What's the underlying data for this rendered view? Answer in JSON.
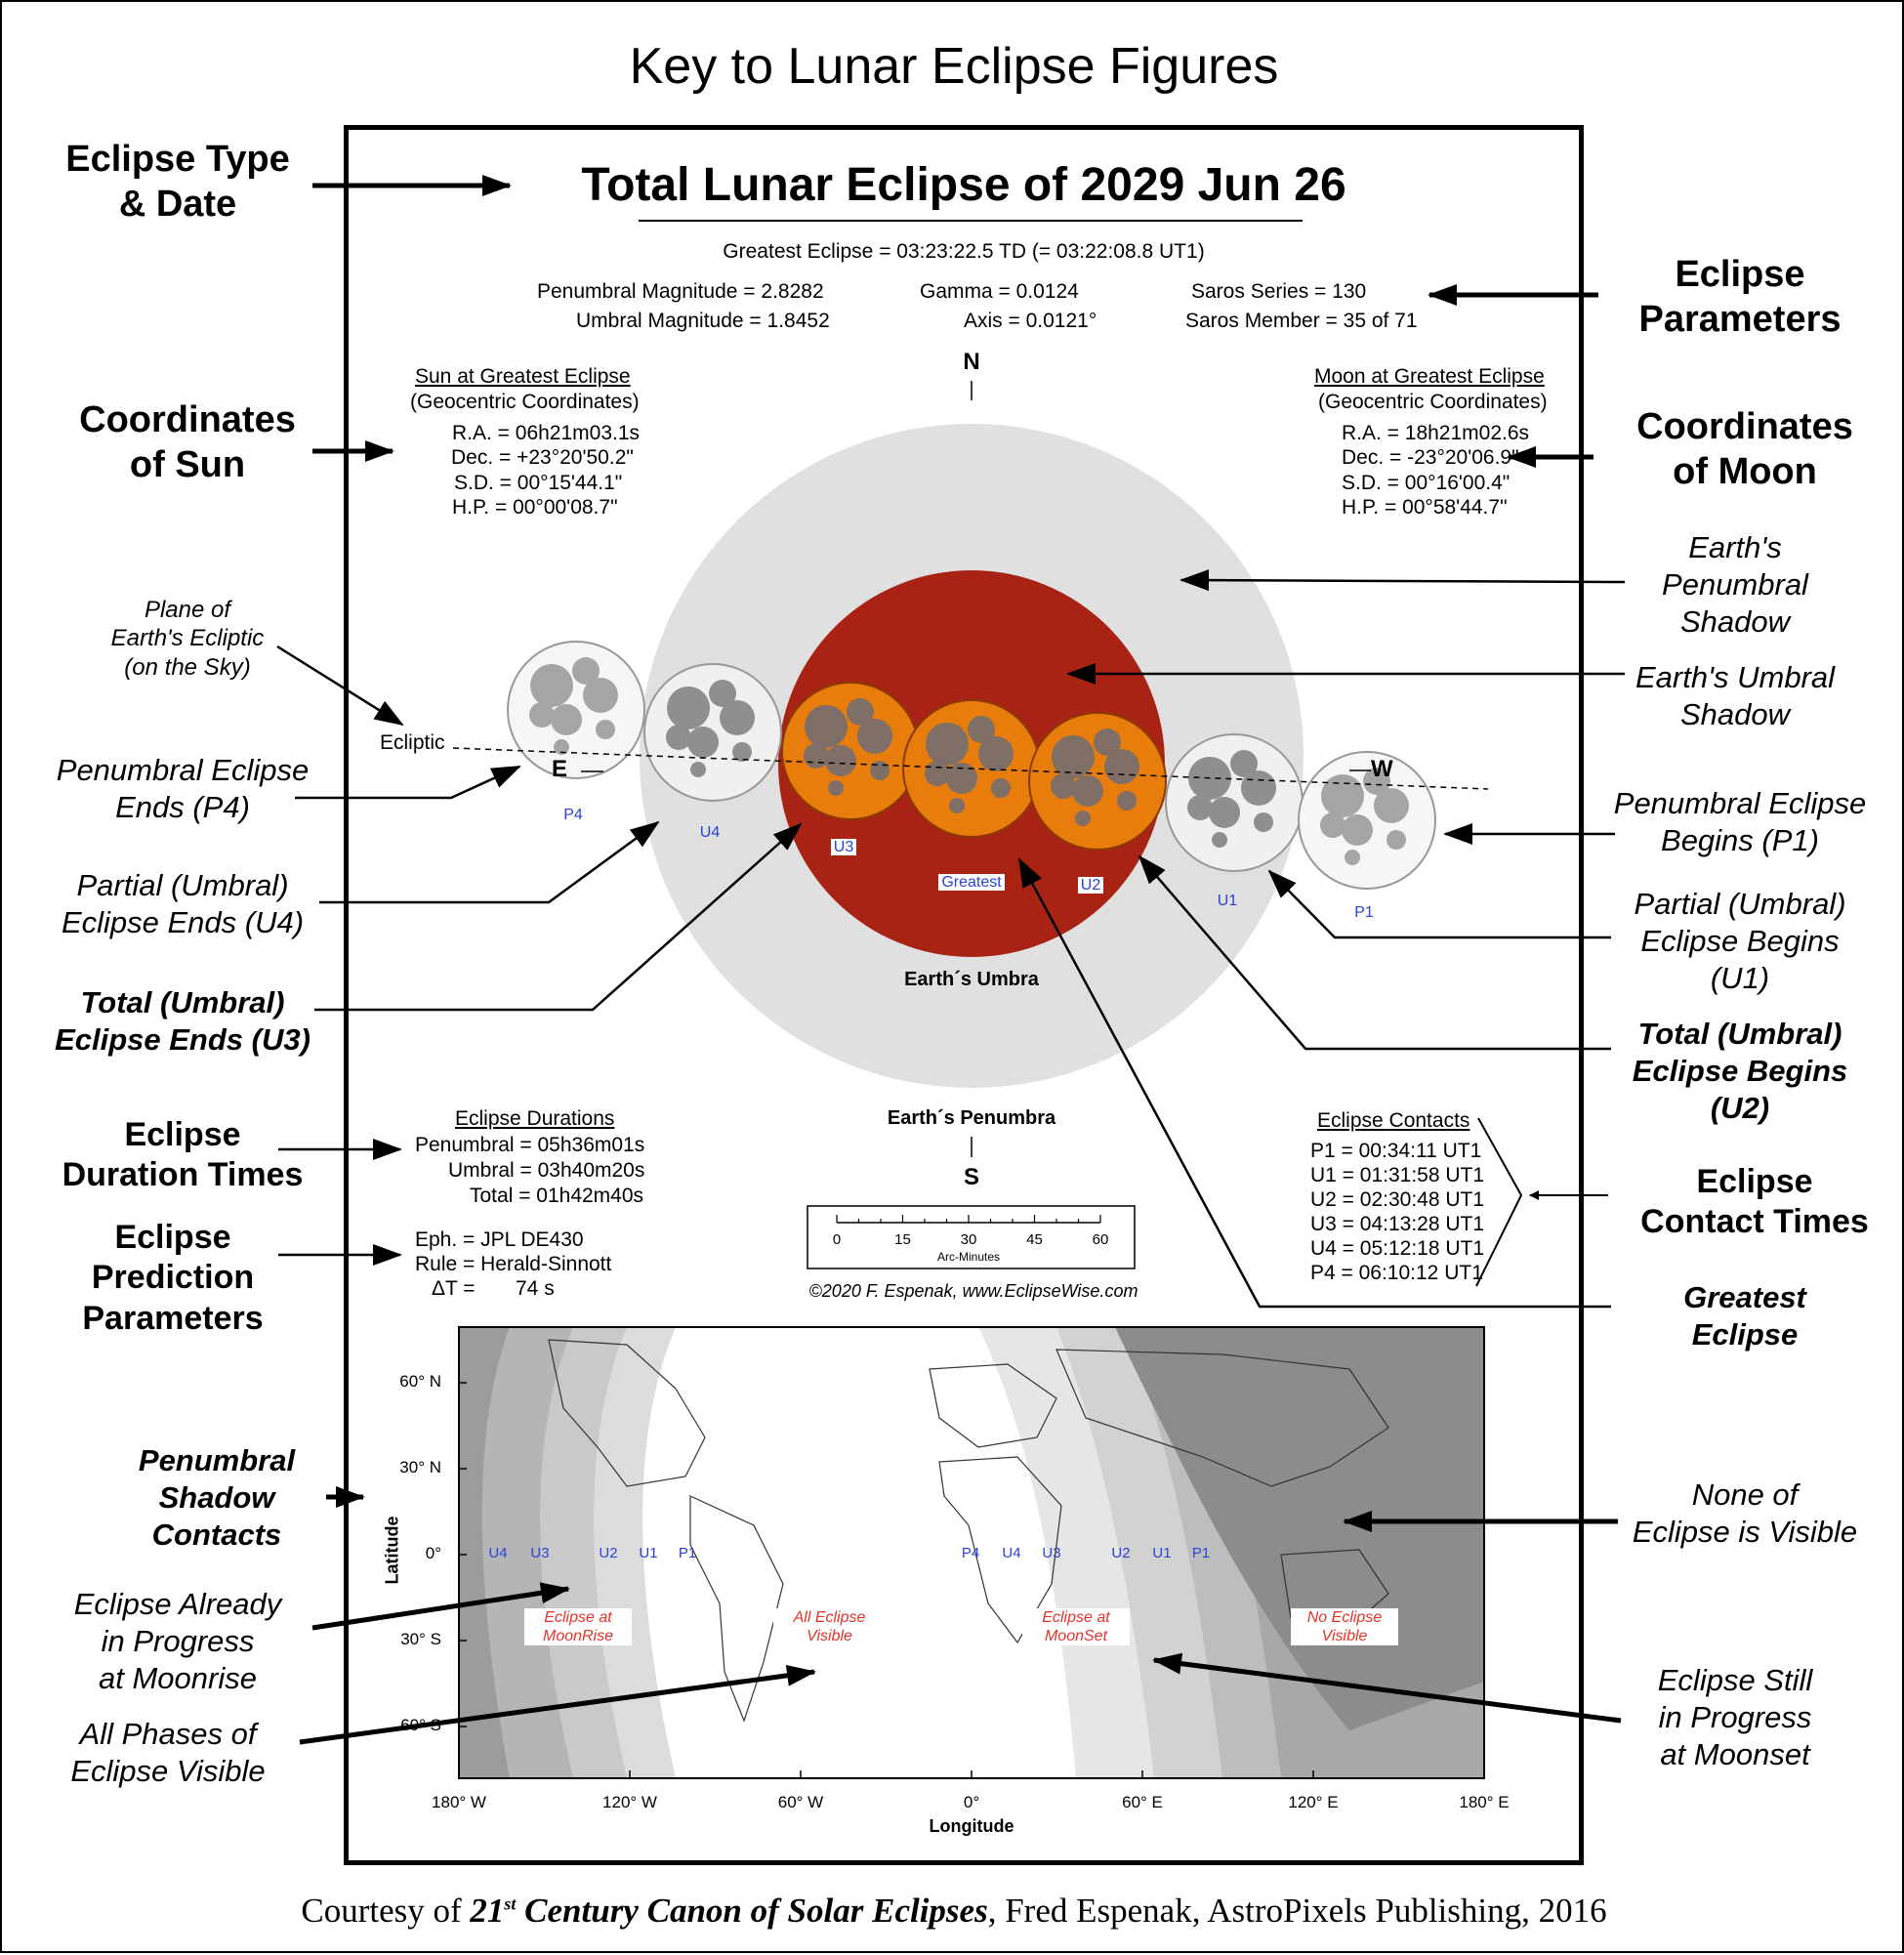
{
  "page_title": "Key to Lunar Eclipse Figures",
  "callouts": {
    "type_date": "Eclipse Type\n& Date",
    "parameters": "Eclipse\nParameters",
    "sun_coords": "Coordinates\nof Sun",
    "moon_coords": "Coordinates\nof Moon",
    "penumbral_shadow": "Earth's\nPenumbral\nShadow",
    "umbral_shadow": "Earth's Umbral\nShadow",
    "ecliptic_plane": "Plane of\nEarth's Ecliptic\n(on the Sky)",
    "p4": "Penumbral Eclipse\nEnds (P4)",
    "p1": "Penumbral Eclipse\nBegins (P1)",
    "u4": "Partial (Umbral)\nEclipse Ends (U4)",
    "u1": "Partial (Umbral)\nEclipse Begins\n(U1)",
    "u3": "Total (Umbral)\nEclipse Ends (U3)",
    "u2": "Total (Umbral)\nEclipse Begins\n(U2)",
    "duration": "Eclipse\nDuration Times",
    "contact_times": "Eclipse\nContact Times",
    "prediction": "Eclipse\nPrediction\nParameters",
    "greatest": "Greatest\nEclipse",
    "shadow_contacts": "Penumbral\nShadow\nContacts",
    "none_visible": "None of\nEclipse is Visible",
    "moonrise": "Eclipse Already\nin Progress\nat Moonrise",
    "all_visible": "All Phases of\nEclipse Visible",
    "moonset": "Eclipse Still\nin Progress\nat Moonset"
  },
  "figure": {
    "title": "Total Lunar Eclipse of  2029 Jun 26",
    "greatest_line": "Greatest Eclipse =  03:23:22.5 TD   (= 03:22:08.8 UT1)",
    "pen_mag": "Penumbral Magnitude =  2.8282",
    "umb_mag": "Umbral Magnitude =  1.8452",
    "gamma": "Gamma =  0.0124",
    "axis": "Axis =  0.0121°",
    "saros_series": "Saros Series = 130",
    "saros_member": "Saros Member = 35 of 71",
    "sun": {
      "heading": "Sun at Greatest Eclipse",
      "sub": "(Geocentric Coordinates)",
      "ra": "R.A. =  06h21m03.1s",
      "dec": "Dec. = +23°20'50.2\"",
      "sd": "S.D. =  00°15'44.1\"",
      "hp": "H.P. =  00°00'08.7\""
    },
    "moon": {
      "heading": "Moon at Greatest Eclipse",
      "sub": "(Geocentric Coordinates)",
      "ra": "R.A. =  18h21m02.6s",
      "dec": "Dec. = -23°20'06.9\"",
      "sd": "S.D. =  00°16'00.4\"",
      "hp": "H.P. =  00°58'44.7\""
    },
    "north": "N",
    "south": "S",
    "east": "E",
    "west": "W",
    "ecliptic": "Ecliptic",
    "umbra_label": "Earth´s Umbra",
    "penumbra_label": "Earth´s Penumbra",
    "moon_labels": [
      "P4",
      "U4",
      "U3",
      "Greatest",
      "U2",
      "U1",
      "P1"
    ],
    "durations": {
      "heading": "Eclipse Durations",
      "penumbral": "Penumbral = 05h36m01s",
      "umbral": "Umbral = 03h40m20s",
      "total": "Total = 01h42m40s"
    },
    "contacts": {
      "heading": "Eclipse Contacts",
      "rows": [
        "P1 = 00:34:11 UT1",
        "U1 = 01:31:58 UT1",
        "U2 = 02:30:48 UT1",
        "U3 = 04:13:28 UT1",
        "U4 = 05:12:18 UT1",
        "P4 = 06:10:12 UT1"
      ]
    },
    "ephemeris": {
      "eph": "Eph. = JPL DE430",
      "rule": "Rule = Herald-Sinnott",
      "dt_label": "ΔT =",
      "dt_value": "74 s"
    },
    "scale": {
      "ticks": [
        "0",
        "15",
        "30",
        "45",
        "60"
      ],
      "label": "Arc-Minutes"
    },
    "credit": "©2020  F. Espenak, www.EclipseWise.com",
    "map": {
      "lat_ticks": [
        "60° N",
        "30° N",
        "0°",
        "30° S",
        "60° S"
      ],
      "lon_ticks": [
        "180° W",
        "120° W",
        "60° W",
        "0°",
        "60° E",
        "120° E",
        "180° E"
      ],
      "xlabel": "Longitude",
      "ylabel": "Latitude",
      "contact_labels_west": [
        "U4",
        "U3",
        "U2",
        "U1",
        "P1"
      ],
      "contact_labels_east": [
        "P4",
        "U4",
        "U3",
        "U2",
        "U1",
        "P1"
      ],
      "region_moonrise": "Eclipse at\nMoonRise",
      "region_all": "All Eclipse\nVisible",
      "region_moonset": "Eclipse at\nMoonSet",
      "region_none": "No Eclipse\nVisible"
    }
  },
  "footer": {
    "pre": "Courtesy of ",
    "book_num": "21",
    "book_sup": "st",
    "book_rest": " Century Canon of Solar Eclipses",
    "post": ", Fred Espenak, AstroPixels Publishing, 2016"
  },
  "colors": {
    "penumbra": "#e0e0e0",
    "umbra": "#a92315",
    "moon_total": "#e87d0c",
    "label_blue": "#2a43d6",
    "region_red": "#e3332a",
    "map_dark": "#8c8c8c"
  }
}
